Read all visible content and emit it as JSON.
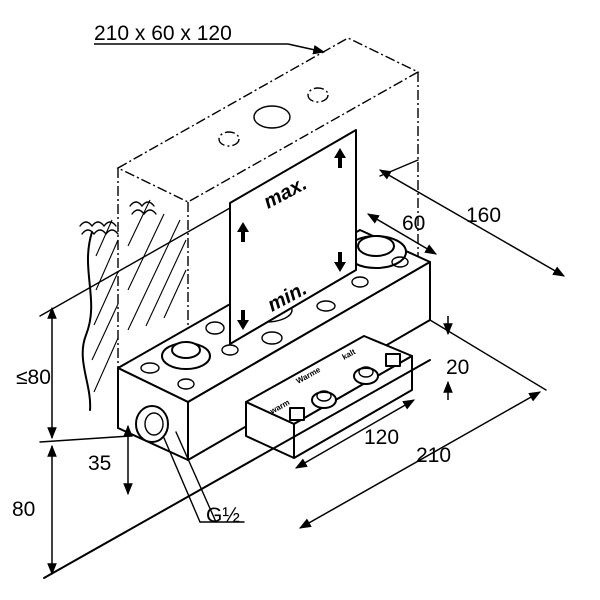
{
  "dimensions": {
    "box_size": "210 x 60 x 120",
    "depth_160": "160",
    "depth_60": "60",
    "height_20": "20",
    "length_120": "120",
    "length_210": "210",
    "height_le80": "≤80",
    "height_35": "35",
    "height_80": "80",
    "thread": "G½"
  },
  "panel": {
    "max_label": "max.",
    "min_label": "min."
  },
  "valve_block": {
    "warm_label": "warm",
    "mix_label": "Warme",
    "cold_label": "kalt"
  }
}
